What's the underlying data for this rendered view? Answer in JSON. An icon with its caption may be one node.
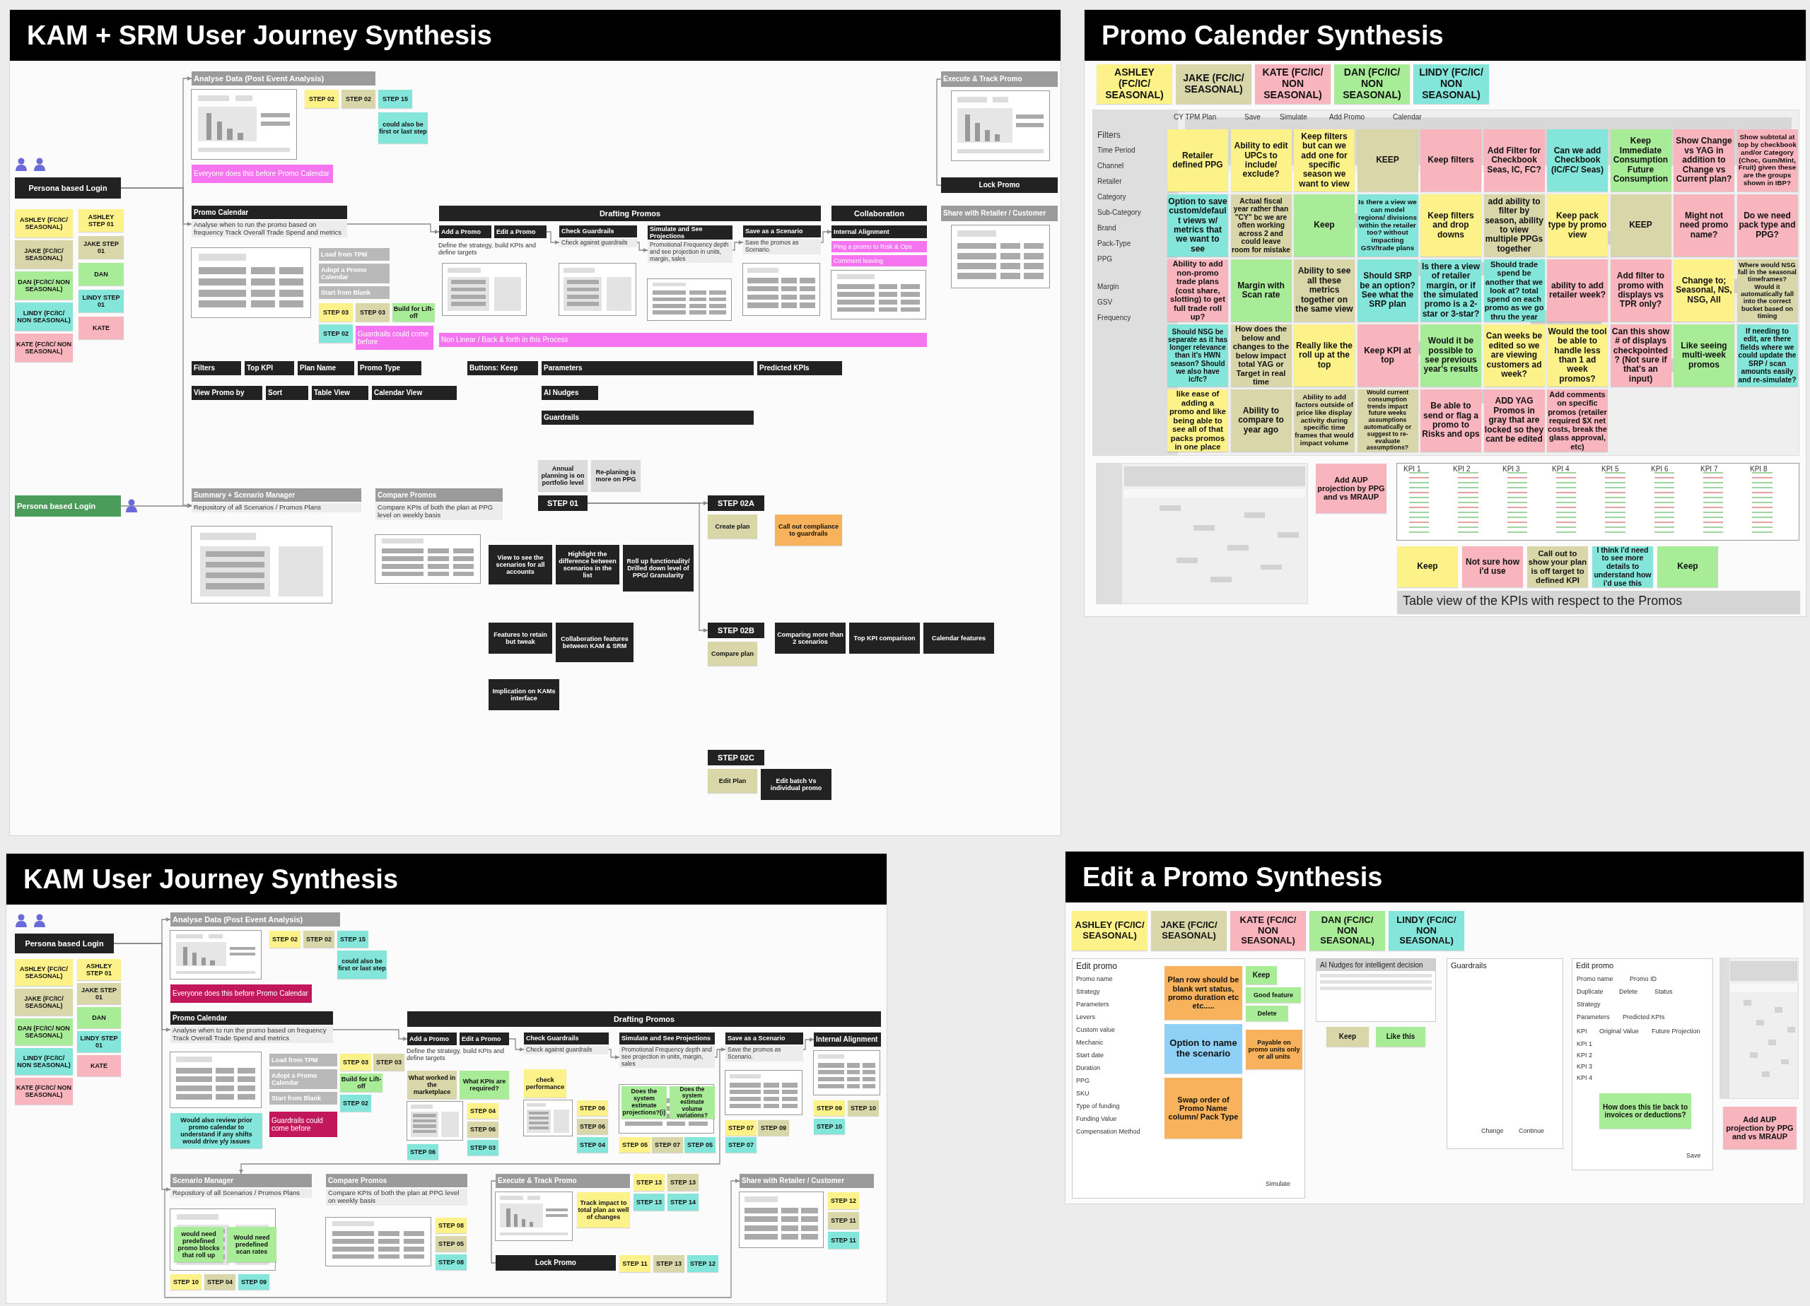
{
  "diagram": {
    "nodes": [
      {
        "text": [
          "KAM + SRM User Journey Synthesis"
        ]
      },
      {
        "text": [
          "ASHLEY (FC/IC/ SEASONAL)"
        ],
        "in": 0
      },
      {
        "text": [
          "JAKE (FC/IC/ SEASONAL)"
        ],
        "in": 0
      },
      {
        "text": [
          "DAN (FC/IC/ NON SEASONAL)"
        ],
        "in": 0
      },
      {
        "text": [
          "LINDY (FC/IC/ NON SEASONAL)"
        ],
        "in": 0
      },
      {
        "text": [
          "KATE (FC/IC/ NON SEASONAL)"
        ],
        "in": 0
      },
      {
        "text": [
          "ASHLEY STEP 01"
        ],
        "in": 0
      },
      {
        "text": [
          "JAKE STEP 01"
        ],
        "in": 0
      },
      {
        "text": [
          "DAN"
        ],
        "in": 0
      },
      {
        "text": [
          "LINDY STEP 01"
        ],
        "in": 0
      },
      {
        "text": [
          "KATE"
        ],
        "in": 0
      },
      {
        "text": [
          "Persona based Login"
        ],
        "in": 0
      },
      {
        "text": [
          "Analyse Data (Post Event Analysis)"
        ],
        "in": 0
      },
      {
        "text": [
          "Everyone does this before Promo Calendar"
        ],
        "in": 0
      },
      {
        "text": [
          "STEP 02"
        ],
        "in": 0
      },
      {
        "text": [
          "STEP 02"
        ],
        "in": 0
      },
      {
        "text": [
          "STEP 15"
        ],
        "in": 0
      },
      {
        "text": [
          "could also be first or last step"
        ],
        "in": 0
      },
      {
        "text": [
          "Promo Calendar",
          "Analyse when to run the promo based on frequency Track Overall Trade Spend and metrics"
        ],
        "in": 0
      },
      {
        "text": [
          "Load from TPM"
        ],
        "in": 0
      },
      {
        "text": [
          "Adopt a Promo Calendar"
        ],
        "in": 0
      },
      {
        "text": [
          "Start from Blank"
        ],
        "in": 0
      },
      {
        "text": [
          "STEP 03"
        ],
        "in": 0
      },
      {
        "text": [
          "STEP 03"
        ],
        "in": 0
      },
      {
        "text": [
          "Build for Lift-off"
        ],
        "in": 0
      },
      {
        "text": [
          "STEP 02"
        ],
        "in": 0
      },
      {
        "text": [
          "Guardrails could come before"
        ],
        "in": 0
      },
      {
        "text": [
          "Drafting Promos"
        ],
        "in": 0
      },
      {
        "text": [
          "Add a Promo"
        ],
        "in": 0
      },
      {
        "text": [
          "Edit a Promo"
        ],
        "in": 0
      },
      {
        "text": [
          "Check Guardrails",
          "Check against guardrails"
        ],
        "in": 0
      },
      {
        "text": [
          "Simulate and See Projections",
          "Promotional Frequency depth and see projection in units, margin, sales"
        ],
        "in": 0
      },
      {
        "text": [
          "Save as a Scenario",
          "Save the promos as Scenario."
        ],
        "in": 0
      },
      {
        "text": [
          "Collaboration"
        ],
        "in": 0
      },
      {
        "text": [
          "Internal Alignment"
        ],
        "in": 0
      },
      {
        "text": [
          "Ping a promo to Risk & Ops"
        ],
        "in": 0
      },
      {
        "text": [
          "Comment leaving"
        ],
        "in": 0
      },
      {
        "text": [
          "Non Linear / Back & forth in this Process"
        ],
        "in": 0
      },
      {
        "text": [
          "Filters"
        ],
        "in": 0
      },
      {
        "text": [
          "Top KPI"
        ],
        "in": 0
      },
      {
        "text": [
          "Plan Name"
        ],
        "in": 0
      },
      {
        "text": [
          "Promo Type"
        ],
        "in": 0
      },
      {
        "text": [
          "View Promo by"
        ],
        "in": 0
      },
      {
        "text": [
          "Sort"
        ],
        "in": 0
      },
      {
        "text": [
          "Table View"
        ],
        "in": 0
      },
      {
        "text": [
          "Calendar View"
        ],
        "in": 0
      },
      {
        "text": [
          "Buttons: Keep"
        ],
        "in": 0
      },
      {
        "text": [
          "Parameters"
        ],
        "in": 0
      },
      {
        "text": [
          "Predicted KPIs"
        ],
        "in": 0
      },
      {
        "text": [
          "AI Nudges"
        ],
        "in": 0
      },
      {
        "text": [
          "Guardrails"
        ],
        "in": 0
      },
      {
        "text": [
          "Execute & Track Promo"
        ],
        "in": 0
      },
      {
        "text": [
          "Lock Promo"
        ],
        "in": 0
      },
      {
        "text": [
          "Share with Retailer / Customer"
        ],
        "in": 0
      },
      {
        "text": [
          "Persona based Login"
        ],
        "in": 0
      },
      {
        "text": [
          "Summary + Scenario Manager",
          "Repository of all Scenarios / Promos Plans"
        ],
        "in": 0
      },
      {
        "text": [
          "Compare Promos",
          "Compare KPIs of both the plan at PPG level on weekly basis"
        ],
        "in": 0
      },
      {
        "text": [
          "Annual planning is on portfolio level"
        ],
        "in": 0
      },
      {
        "text": [
          "Re-planing is more on PPG"
        ],
        "in": 0
      },
      {
        "text": [
          "STEP 01"
        ],
        "in": 0
      },
      {
        "text": [
          "STEP 02A"
        ],
        "in": 0
      },
      {
        "text": [
          "Create plan"
        ],
        "in": 0
      },
      {
        "text": [
          "STEP 02B"
        ],
        "in": 0
      },
      {
        "text": [
          "Compare plan"
        ],
        "in": 0
      },
      {
        "text": [
          "STEP 02C"
        ],
        "in": 0
      },
      {
        "text": [
          "Edit Plan"
        ],
        "in": 0
      },
      {
        "text": [
          "Edit batch Vs individual promo"
        ],
        "in": 0
      },
      {
        "text": [
          "View to see the scenarios for all accounts"
        ],
        "in": 0
      },
      {
        "text": [
          "Highlight the difference between scenarios in the list"
        ],
        "in": 0
      },
      {
        "text": [
          "Roll up functionality/ Drilled down level of PPG/ Granularity"
        ],
        "in": 0
      },
      {
        "text": [
          "Features to retain but tweak"
        ],
        "in": 0
      },
      {
        "text": [
          "Collaboration features between KAM & SRM"
        ],
        "in": 0
      },
      {
        "text": [
          "Implication on KAMs interface"
        ],
        "in": 0
      },
      {
        "text": [
          "Comparing more than 2 scenarios"
        ],
        "in": 0
      },
      {
        "text": [
          "Top KPI comparison"
        ],
        "in": 0
      },
      {
        "text": [
          "Calendar features"
        ],
        "in": 0
      },
      {
        "text": [
          "Call out compliance to guardrails"
        ],
        "in": 0
      },
      {
        "text": [
          "KAM User Journey Synthesis"
        ]
      },
      {
        "text": [
          "ASHLEY (FC/IC/ SEASONAL)"
        ],
        "in": 77
      },
      {
        "text": [
          "JAKE (FC/IC/ SEASONAL)"
        ],
        "in": 77
      },
      {
        "text": [
          "DAN (FC/IC/ NON SEASONAL)"
        ],
        "in": 77
      },
      {
        "text": [
          "LINDY (FC/IC/ NON SEASONAL)"
        ],
        "in": 77
      },
      {
        "text": [
          "KATE (FC/IC/ NON SEASONAL)"
        ],
        "in": 77
      },
      {
        "text": [
          "ASHLEY STEP 01"
        ],
        "in": 77
      },
      {
        "text": [
          "JAKE STEP 01"
        ],
        "in": 77
      },
      {
        "text": [
          "DAN"
        ],
        "in": 77
      },
      {
        "text": [
          "LINDY STEP 01"
        ],
        "in": 77
      },
      {
        "text": [
          "KATE"
        ],
        "in": 77
      },
      {
        "text": [
          "Persona based Login"
        ],
        "in": 77
      },
      {
        "text": [
          "Analyse Data (Post Event Analysis)"
        ],
        "in": 77
      },
      {
        "text": [
          "Everyone does this before Promo Calendar"
        ],
        "in": 77
      },
      {
        "text": [
          "STEP 02"
        ],
        "in": 77
      },
      {
        "text": [
          "STEP 02"
        ],
        "in": 77
      },
      {
        "text": [
          "STEP 15"
        ],
        "in": 77
      },
      {
        "text": [
          "could also be first or last step"
        ],
        "in": 77
      },
      {
        "text": [
          "Promo Calendar",
          "Analyse when to run the promo based on frequency Track Overall Trade Spend and metrics"
        ],
        "in": 77
      },
      {
        "text": [
          "Load from TPM"
        ],
        "in": 77
      },
      {
        "text": [
          "Adopt a Promo Calendar"
        ],
        "in": 77
      },
      {
        "text": [
          "Start from Blank"
        ],
        "in": 77
      },
      {
        "text": [
          "Would also review prior promo calendar to understand if any shifts would drive y/y issues"
        ],
        "in": 77
      },
      {
        "text": [
          "STEP 03"
        ],
        "in": 77
      },
      {
        "text": [
          "STEP 03"
        ],
        "in": 77
      },
      {
        "text": [
          "Build for Lift-off"
        ],
        "in": 77
      },
      {
        "text": [
          "STEP 02"
        ],
        "in": 77
      },
      {
        "text": [
          "Drafting Promos"
        ],
        "in": 77
      },
      {
        "text": [
          "Add a Promo"
        ],
        "in": 77
      },
      {
        "text": [
          "Edit a Promo"
        ],
        "in": 77
      },
      {
        "text": [
          "What worked in the marketplace"
        ],
        "in": 77
      },
      {
        "text": [
          "What KPIs are required?"
        ],
        "in": 77
      },
      {
        "text": [
          "STEP 04"
        ],
        "in": 77
      },
      {
        "text": [
          "STEP 06"
        ],
        "in": 77
      },
      {
        "text": [
          "STEP 03"
        ],
        "in": 77
      },
      {
        "text": [
          "STEP 06"
        ],
        "in": 77
      },
      {
        "text": [
          "Guardrails could come before"
        ],
        "in": 77
      },
      {
        "text": [
          "Check Guardrails",
          "Check against guardrails"
        ],
        "in": 77
      },
      {
        "text": [
          "check performance"
        ],
        "in": 77
      },
      {
        "text": [
          "STEP 06"
        ],
        "in": 77
      },
      {
        "text": [
          "STEP 06"
        ],
        "in": 77
      },
      {
        "text": [
          "STEP 04"
        ],
        "in": 77
      },
      {
        "text": [
          "Simulate and See Projections",
          "Promotional Frequency depth and see projection in units, margin, sales"
        ],
        "in": 77
      },
      {
        "text": [
          "Does the system estimate projections?(i)"
        ],
        "in": 77
      },
      {
        "text": [
          "Does the system estimate volume variations?"
        ],
        "in": 77
      },
      {
        "text": [
          "STEP 05"
        ],
        "in": 77
      },
      {
        "text": [
          "STEP 07"
        ],
        "in": 77
      },
      {
        "text": [
          "STEP 05"
        ],
        "in": 77
      },
      {
        "text": [
          "Save as a Scenario",
          "Save the promos as Scenario."
        ],
        "in": 77
      },
      {
        "text": [
          "STEP 07"
        ],
        "in": 77
      },
      {
        "text": [
          "STEP 09"
        ],
        "in": 77
      },
      {
        "text": [
          "STEP 07"
        ],
        "in": 77
      },
      {
        "text": [
          "Internal Alignment"
        ],
        "in": 77
      },
      {
        "text": [
          "STEP 09"
        ],
        "in": 77
      },
      {
        "text": [
          "STEP 10"
        ],
        "in": 77
      },
      {
        "text": [
          "STEP 10"
        ],
        "in": 77
      },
      {
        "text": [
          "Execute & Track Promo"
        ],
        "in": 77
      },
      {
        "text": [
          "Track impact to total plan as well of changes"
        ],
        "in": 77
      },
      {
        "text": [
          "STEP 13"
        ],
        "in": 77
      },
      {
        "text": [
          "STEP 13"
        ],
        "in": 77
      },
      {
        "text": [
          "STEP 13"
        ],
        "in": 77
      },
      {
        "text": [
          "STEP 14"
        ],
        "in": 77
      },
      {
        "text": [
          "Lock Promo"
        ],
        "in": 77
      },
      {
        "text": [
          "STEP 11"
        ],
        "in": 77
      },
      {
        "text": [
          "STEP 13"
        ],
        "in": 77
      },
      {
        "text": [
          "STEP 12"
        ],
        "in": 77
      },
      {
        "text": [
          "Share with Retailer / Customer"
        ],
        "in": 77
      },
      {
        "text": [
          "STEP 12"
        ],
        "in": 77
      },
      {
        "text": [
          "STEP 11"
        ],
        "in": 77
      },
      {
        "text": [
          "STEP 11"
        ],
        "in": 77
      },
      {
        "text": [
          "Scenario Manager",
          "Repository of all Scenarios / Promos Plans"
        ],
        "in": 77
      },
      {
        "text": [
          "would need predefined promo blocks that roll up"
        ],
        "in": 77
      },
      {
        "text": [
          "Would need predefined scan rates"
        ],
        "in": 77
      },
      {
        "text": [
          "STEP 10"
        ],
        "in": 77
      },
      {
        "text": [
          "STEP 04"
        ],
        "in": 77
      },
      {
        "text": [
          "STEP 09"
        ],
        "in": 77
      },
      {
        "text": [
          "Compare Promos",
          "Compare KPIs of both the plan at PPG level on weekly basis"
        ],
        "in": 77
      },
      {
        "text": [
          "STEP 08"
        ],
        "in": 77
      },
      {
        "text": [
          "STEP 05"
        ],
        "in": 77
      },
      {
        "text": [
          "STEP 08"
        ],
        "in": 77
      },
      {
        "text": [
          "Promo Calender Synthesis"
        ]
      },
      {
        "text": [
          "ASHLEY (FC/IC/ SEASONAL)"
        ],
        "in": 157
      },
      {
        "text": [
          "JAKE (FC/IC/ SEASONAL)"
        ],
        "in": 157
      },
      {
        "text": [
          "KATE (FC/IC/ NON SEASONAL)"
        ],
        "in": 157
      },
      {
        "text": [
          "DAN (FC/IC/ NON SEASONAL)"
        ],
        "in": 157
      },
      {
        "text": [
          "LINDY (FC/IC/ NON SEASONAL)"
        ],
        "in": 157
      },
      {
        "text": [
          "Retailer defined PPG"
        ],
        "in": 157
      },
      {
        "text": [
          "Ability to edit UPCs to include/ exclude?"
        ],
        "in": 157
      },
      {
        "text": [
          "Keep filters but can we add one for specific season we want to view"
        ],
        "in": 157
      },
      {
        "text": [
          "KEEP"
        ],
        "in": 157
      },
      {
        "text": [
          "Keep filters"
        ],
        "in": 157
      },
      {
        "text": [
          "Add Filter for Checkbook Seas, IC, FC?"
        ],
        "in": 157
      },
      {
        "text": [
          "Can we add Checkbook (IC/FC/ Seas)"
        ],
        "in": 157
      },
      {
        "text": [
          "Keep",
          "Immediate Consumption",
          "Future Consumption"
        ],
        "in": 157
      },
      {
        "text": [
          "Show Change vs YAG in addition to Change vs Current plan?"
        ],
        "in": 157
      },
      {
        "text": [
          "Show subtotal at top by checkbook and/or Category (Choc, Gum/Mint, Fruit) given these are the groups shown in IBP?"
        ],
        "in": 157
      },
      {
        "text": [
          "Option to save custom/default views w/ metrics that we want to see"
        ],
        "in": 157
      },
      {
        "text": [
          "Actual fiscal year rather than \"CY\" bc we are often working across 2 and could leave room for mistake"
        ],
        "in": 157
      },
      {
        "text": [
          "Keep"
        ],
        "in": 157
      },
      {
        "text": [
          "Is there a view we can model regions/ divisions within the retailer too? without impacting GSV/trade plans"
        ],
        "in": 157
      },
      {
        "text": [
          "Keep filters and drop downs"
        ],
        "in": 157
      },
      {
        "text": [
          "add ability to filter by season, ability to view multiple PPGs together"
        ],
        "in": 157
      },
      {
        "text": [
          "Keep pack type by promo view"
        ],
        "in": 157
      },
      {
        "text": [
          "KEEP"
        ],
        "in": 157
      },
      {
        "text": [
          "Might not need promo name?"
        ],
        "in": 157
      },
      {
        "text": [
          "Do we need pack type and PPG?"
        ],
        "in": 157
      },
      {
        "text": [
          "Ability to add non-promo trade plans (cost share, slotting) to get full trade roll up?"
        ],
        "in": 157
      },
      {
        "text": [
          "Margin with Scan rate"
        ],
        "in": 157
      },
      {
        "text": [
          "Ability to see all these metrics together on the same view"
        ],
        "in": 157
      },
      {
        "text": [
          "Should SRP be an option? See what the SRP plan"
        ],
        "in": 157
      },
      {
        "text": [
          "Is there a view of retailer margin, or if the simulated promo is a 2-star or 3-star?"
        ],
        "in": 157
      },
      {
        "text": [
          "Should trade spend be another that we look at? total spend on each promo as we go thru the year"
        ],
        "in": 157
      },
      {
        "text": [
          "ability to add retailer week?"
        ],
        "in": 157
      },
      {
        "text": [
          "Add filter to promo with displays vs TPR only?"
        ],
        "in": 157
      },
      {
        "text": [
          "Change to; Seasonal, NS, NSG, All"
        ],
        "in": 157
      },
      {
        "text": [
          "Where would NSG fall in the seasonal timeframes? Would it automatically fall into the correct bucket based on timing"
        ],
        "in": 157
      },
      {
        "text": [
          "Should NSG be separate as it has longer relevance than it's HWN season? Should we also have ic/fc?"
        ],
        "in": 157
      },
      {
        "text": [
          "How does the below and changes to the below impact total YAG or Target in real time"
        ],
        "in": 157
      },
      {
        "text": [
          "Really like the roll up at the top"
        ],
        "in": 157
      },
      {
        "text": [
          "Keep KPI at top"
        ],
        "in": 157
      },
      {
        "text": [
          "Would it be possible to see previous year's results"
        ],
        "in": 157
      },
      {
        "text": [
          "Can weeks be edited so we are viewing customers ad week?"
        ],
        "in": 157
      },
      {
        "text": [
          "Would the tool be able to handle less than 1 ad week promos?"
        ],
        "in": 157
      },
      {
        "text": [
          "Can this show # of displays checkpointed? (Not sure if that's an input)"
        ],
        "in": 157
      },
      {
        "text": [
          "Like seeing multi-week promos"
        ],
        "in": 157
      },
      {
        "text": [
          "If needing to edit, are there fields where we could update the SRP / scan amounts easily and re-simulate?"
        ],
        "in": 157
      },
      {
        "text": [
          "like ease of adding a promo and like being able to see all of that packs promos in one place"
        ],
        "in": 157
      },
      {
        "text": [
          "Ability to compare to year ago"
        ],
        "in": 157
      },
      {
        "text": [
          "Ability to add factors outside of price like display activity during specific time frames that would impact volume"
        ],
        "in": 157
      },
      {
        "text": [
          "Would current consumption trends impact future weeks assumptions automatically or suggest to re-evaluate assumptions?"
        ],
        "in": 157
      },
      {
        "text": [
          "Be able to send or flag a promo to Risks and ops"
        ],
        "in": 157
      },
      {
        "text": [
          "ADD YAG Promos in gray that are locked so they cant be edited"
        ],
        "in": 157
      },
      {
        "text": [
          "Add comments on specific promos (retailer required $X net costs, break the glass approval, etc)"
        ],
        "in": 157
      },
      {
        "text": [
          "Add AUP projection by PPG and vs MRAUP"
        ],
        "in": 157
      },
      {
        "text": [
          "Keep"
        ],
        "in": 157
      },
      {
        "text": [
          "Not sure how i'd use"
        ],
        "in": 157
      },
      {
        "text": [
          "Call out to show your plan is off target to defined KPI"
        ],
        "in": 157
      },
      {
        "text": [
          "I think i'd need to see more details to understand how i'd use this"
        ],
        "in": 157
      },
      {
        "text": [
          "Keep"
        ],
        "in": 157
      },
      {
        "text": [
          "Table view of  the KPIs with respect to the Promos"
        ],
        "in": 157
      },
      {
        "text": [
          "Edit a Promo Synthesis"
        ]
      },
      {
        "text": [
          "ASHLEY (FC/IC/ SEASONAL)"
        ],
        "in": 217
      },
      {
        "text": [
          "JAKE (FC/IC/ SEASONAL)"
        ],
        "in": 217
      },
      {
        "text": [
          "KATE (FC/IC/ NON SEASONAL)"
        ],
        "in": 217
      },
      {
        "text": [
          "DAN (FC/IC/ NON SEASONAL)"
        ],
        "in": 217
      },
      {
        "text": [
          "LINDY (FC/IC/ NON SEASONAL)"
        ],
        "in": 217
      },
      {
        "text": [
          "Edit promo"
        ],
        "in": 217
      },
      {
        "text": [
          "Plan row should be blank wrt status, promo duration etc etc....."
        ],
        "in": 223
      },
      {
        "text": [
          "Keep"
        ],
        "in": 223
      },
      {
        "text": [
          "Good feature"
        ],
        "in": 223
      },
      {
        "text": [
          "Delete"
        ],
        "in": 223
      },
      {
        "text": [
          "Option to name the scenario"
        ],
        "in": 223
      },
      {
        "text": [
          "Payable on promo units only or all units"
        ],
        "in": 223
      },
      {
        "text": [
          "Swap order of Promo Name column/ Pack Type"
        ],
        "in": 223
      },
      {
        "text": [
          "AI Nudges for intelligent decision"
        ],
        "in": 217
      },
      {
        "text": [
          "Keep"
        ],
        "in": 217
      },
      {
        "text": [
          "Like this"
        ],
        "in": 217
      },
      {
        "text": [
          "Guardrails"
        ],
        "in": 217
      },
      {
        "text": [
          "Edit promo"
        ],
        "in": 217
      },
      {
        "text": [
          "How does this tie back to invoices or deductions?"
        ],
        "in": 235
      },
      {
        "text": [
          "Add AUP projection by PPG and vs MRAUP"
        ],
        "in": 217
      }
    ],
    "edges": [
      {
        "from": 11,
        "to": 12,
        "arrow": "to"
      },
      {
        "from": 11,
        "to": 18,
        "arrow": "to"
      },
      {
        "from": 11,
        "to": 55,
        "arrow": "to"
      },
      {
        "from": 54,
        "to": 55,
        "arrow": "to"
      },
      {
        "from": 18,
        "to": 28,
        "arrow": "to"
      },
      {
        "from": 29,
        "to": 30,
        "arrow": "to"
      },
      {
        "from": 30,
        "to": 31,
        "arrow": "to"
      },
      {
        "from": 31,
        "to": 32,
        "arrow": "to"
      },
      {
        "from": 32,
        "to": 34,
        "arrow": "to"
      },
      {
        "from": 51,
        "to": 52,
        "arrow": "none"
      },
      {
        "from": 59,
        "to": 60,
        "arrow": "to"
      },
      {
        "from": 59,
        "to": 62,
        "arrow": "to"
      },
      {
        "from": 88,
        "to": 89,
        "arrow": "to"
      },
      {
        "from": 88,
        "to": 95,
        "arrow": "to"
      },
      {
        "from": 88,
        "to": 147,
        "arrow": "to"
      },
      {
        "from": 95,
        "to": 105,
        "arrow": "to"
      },
      {
        "from": 106,
        "to": 114,
        "arrow": "to"
      },
      {
        "from": 114,
        "to": 119,
        "arrow": "to"
      },
      {
        "from": 119,
        "to": 125,
        "arrow": "to"
      },
      {
        "from": 125,
        "to": 129,
        "arrow": "to"
      },
      {
        "from": 125,
        "to": 147,
        "arrow": "to"
      },
      {
        "from": 147,
        "to": 143,
        "arrow": "to"
      },
      {
        "from": 133,
        "to": 139,
        "arrow": "none"
      }
    ],
    "labels": [
      "Define the strategy, build KPIs and define targets",
      "Define the strategy, build KPIs and define targets",
      "Filters",
      "Time Period",
      "Channel",
      "Retailer",
      "Category",
      "Sub-Category",
      "Brand",
      "Pack-Type",
      "PPG",
      "CY TPM Plan",
      "Save",
      "Simulate",
      "Add Promo",
      "Calendar",
      "Margin",
      "GSV",
      "Frequency",
      "KPI 1",
      "KPI 2",
      "KPI 3",
      "KPI 4",
      "KPI 5",
      "KPI 6",
      "KPI 7",
      "KPI 8",
      "Promo name",
      "Strategy",
      "Parameters",
      "Levers",
      "Custom value",
      "Mechanic",
      "Start date",
      "Duration",
      "PPG",
      "SKU",
      "Type of funding",
      "Funding Value",
      "Compensation Method",
      "Simulate",
      "Change",
      "Continue",
      "Promo name",
      "Promo ID",
      "Duplicate",
      "Delete",
      "Status",
      "Strategy",
      "Parameters",
      "Predicted KPIs",
      "KPI",
      "Original Value",
      "Future Projection",
      "KPI 1",
      "KPI 2",
      "KPI 3",
      "KPI 4",
      "Save"
    ]
  }
}
